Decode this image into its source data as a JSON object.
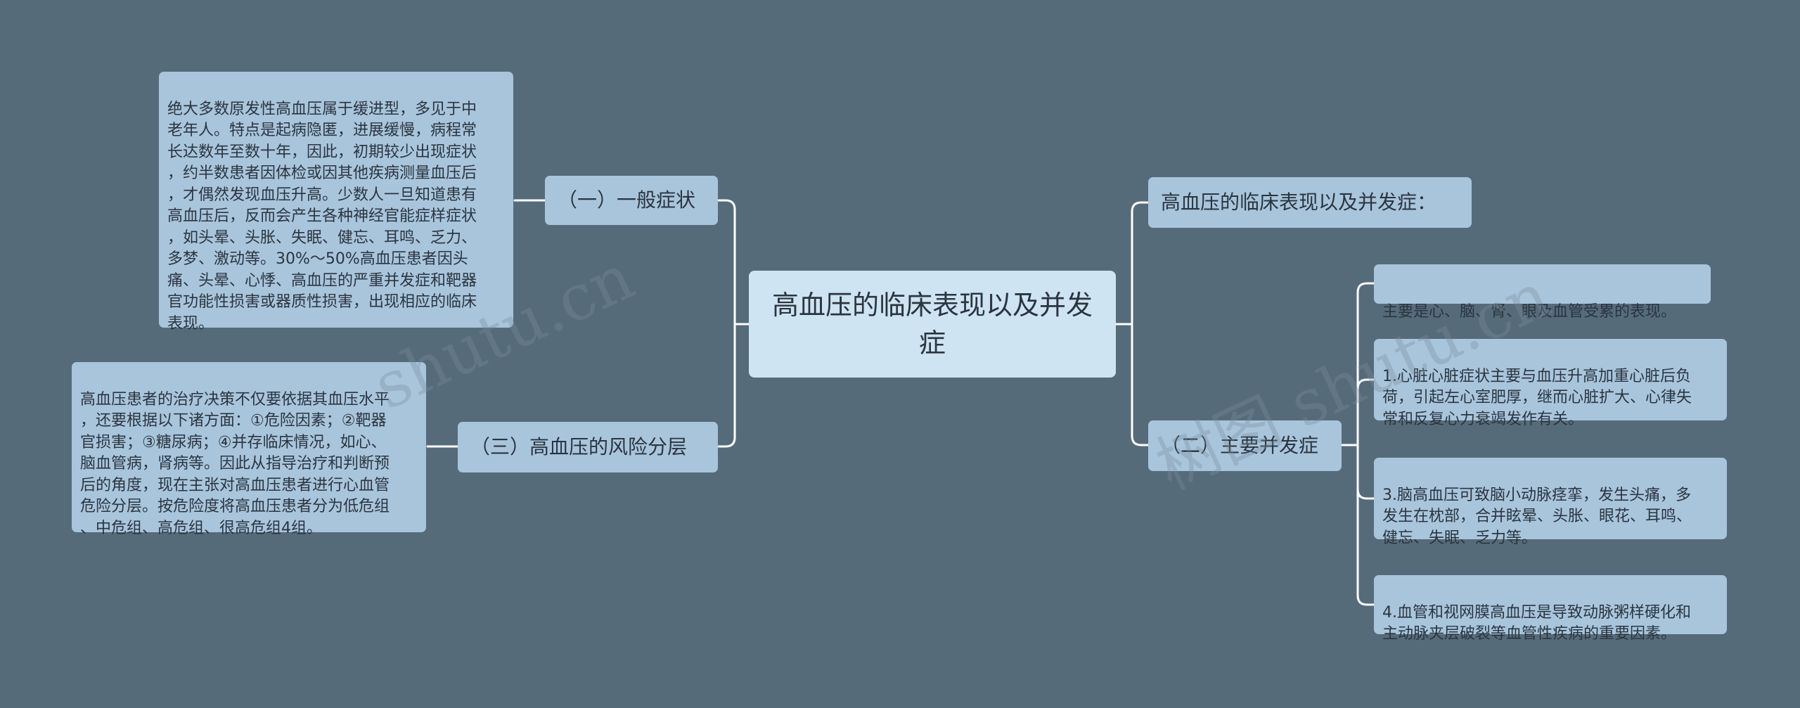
{
  "diagram": {
    "root": "高血压的临床表现以及并发症",
    "left": {
      "general": {
        "label": "（一）一般症状",
        "detail": "绝大多数原发性高血压属于缓进型，多见于中\n老年人。特点是起病隐匿，进展缓慢，病程常\n长达数年至数十年，因此，初期较少出现症状\n，约半数患者因体检或因其他疾病测量血压后\n，才偶然发现血压升高。少数人一旦知道患有\n高血压后，反而会产生各种神经官能症样症状\n，如头晕、头胀、失眠、健忘、耳鸣、乏力、\n多梦、激动等。30%～50%高血压患者因头\n痛、头晕、心悸、高血压的严重并发症和靶器\n官功能性损害或器质性损害，出现相应的临床\n表现。"
      },
      "risk": {
        "label": "（三）高血压的风险分层",
        "detail": "高血压患者的治疗决策不仅要依据其血压水平\n，还要根据以下诸方面：①危险因素；②靶器\n官损害；③糖尿病；④并存临床情况，如心、\n脑血管病，肾病等。因此从指导治疗和判断预\n后的角度，现在主张对高血压患者进行心血管\n危险分层。按危险度将高血压患者分为低危组\n、中危组、高危组、很高危组4组。"
      }
    },
    "right": {
      "heading": "高血压的临床表现以及并发症：",
      "complications": {
        "label": "（二）主要并发症",
        "items": [
          "主要是心、脑、肾、眼及血管受累的表现。",
          "1.心脏心脏症状主要与血压升高加重心脏后负\n荷，引起左心室肥厚，继而心脏扩大、心律失\n常和反复心力衰竭发作有关。",
          "3.脑高血压可致脑小动脉痉挛，发生头痛，多\n发生在枕部，合并眩晕、头胀、眼花、耳鸣、\n健忘、失眠、乏力等。",
          "4.血管和视网膜高血压是导致动脉粥样硬化和\n主动脉夹层破裂等血管性疾病的重要因素。"
        ]
      }
    },
    "watermarks": [
      "shutu.cn",
      "树图 shutu.cn"
    ]
  },
  "colors": {
    "background": "#566b7a",
    "root_fill": "#cfe4f2",
    "node_fill": "#a9c5dc",
    "connector": "#ffffff"
  }
}
